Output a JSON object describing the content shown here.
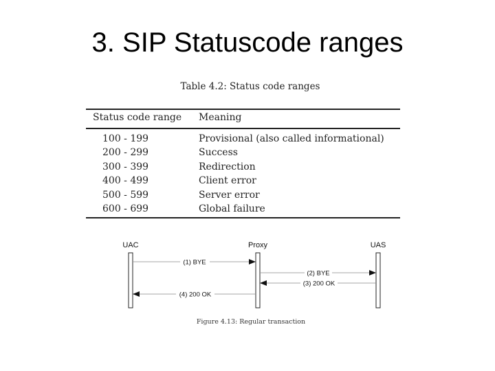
{
  "slide": {
    "title": "3. SIP Statuscode ranges"
  },
  "table": {
    "caption": "Table 4.2: Status code ranges",
    "headers": [
      "Status code range",
      "Meaning"
    ],
    "rows": [
      {
        "range": "100 - 199",
        "meaning": "Provisional (also called informational)"
      },
      {
        "range": "200 - 299",
        "meaning": "Success"
      },
      {
        "range": "300 - 399",
        "meaning": "Redirection"
      },
      {
        "range": "400 - 499",
        "meaning": "Client error"
      },
      {
        "range": "500 - 599",
        "meaning": "Server error"
      },
      {
        "range": "600 - 699",
        "meaning": "Global failure"
      }
    ]
  },
  "figure": {
    "caption": "Figure 4.13: Regular transaction",
    "actors": [
      {
        "name": "UAC"
      },
      {
        "name": "Proxy"
      },
      {
        "name": "UAS"
      }
    ],
    "messages": [
      {
        "label": "(1) BYE",
        "from": "UAC",
        "to": "Proxy"
      },
      {
        "label": "(2) BYE",
        "from": "Proxy",
        "to": "UAS"
      },
      {
        "label": "(3) 200 OK",
        "from": "UAS",
        "to": "Proxy"
      },
      {
        "label": "(4) 200 OK",
        "from": "Proxy",
        "to": "UAC"
      }
    ]
  }
}
